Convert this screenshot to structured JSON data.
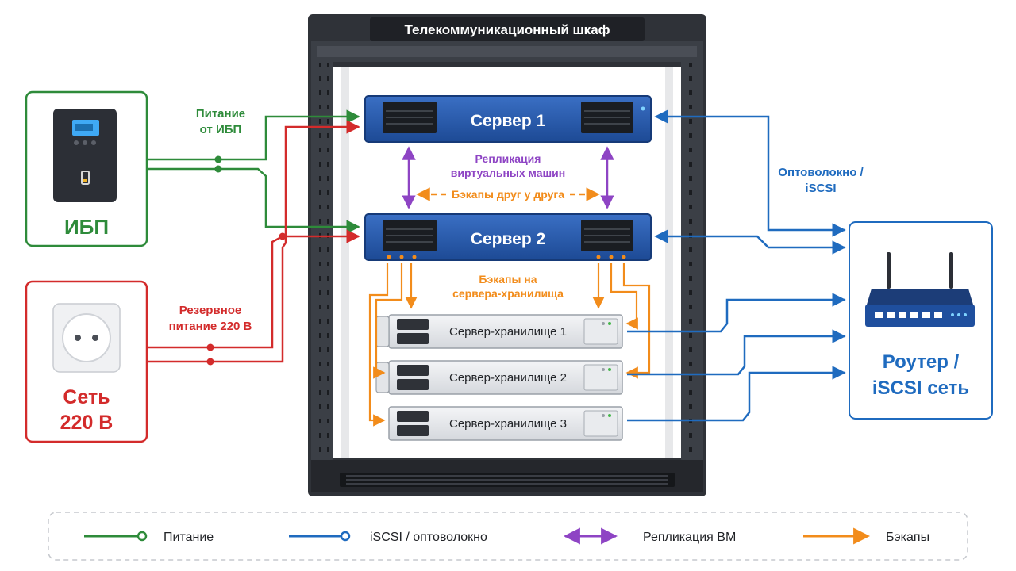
{
  "cabinet": {
    "title": "Телекоммуникационный шкаф"
  },
  "ups": {
    "name": "ИБП"
  },
  "grid": {
    "line1": "Сеть",
    "line2": "220 В"
  },
  "router": {
    "line1": "Роутер /",
    "line2": "iSCSI сеть"
  },
  "servers": [
    {
      "label": "Сервер 1"
    },
    {
      "label": "Сервер 2"
    }
  ],
  "storage": [
    {
      "label": "Сервер-хранилище 1"
    },
    {
      "label": "Сервер-хранилище 2"
    },
    {
      "label": "Сервер-хранилище 3"
    }
  ],
  "annotations": {
    "power_ups_1": "Питание",
    "power_ups_2": "от ИБП",
    "power_reserve_1": "Резервное",
    "power_reserve_2": "питание 220 В",
    "replication_1": "Репликация",
    "replication_2": "виртуальных машин",
    "mutual_backup": "Бэкапы друг у друга",
    "storage_backup_1": "Бэкапы на",
    "storage_backup_2": "сервера-хранилища",
    "fiber_1": "Оптоволокно /",
    "fiber_2": "iSCSI"
  },
  "legend": [
    {
      "label": "Питание",
      "color": "#2e8b3a",
      "marker": "circle"
    },
    {
      "label": "iSCSI / оптоволокно",
      "color": "#1f6bbf",
      "marker": "circle"
    },
    {
      "label": "Репликация ВМ",
      "color": "#8e44c4",
      "marker": "double-arrow"
    },
    {
      "label": "Бэкапы",
      "color": "#f28c1b",
      "marker": "arrow"
    }
  ],
  "colors": {
    "power": "#2e8b3a",
    "reserve": "#d32b2b",
    "iscsi": "#1f6bbf",
    "replication": "#8e44c4",
    "backup": "#f28c1b",
    "server": "#2556a8",
    "rack": "#2f3238"
  }
}
